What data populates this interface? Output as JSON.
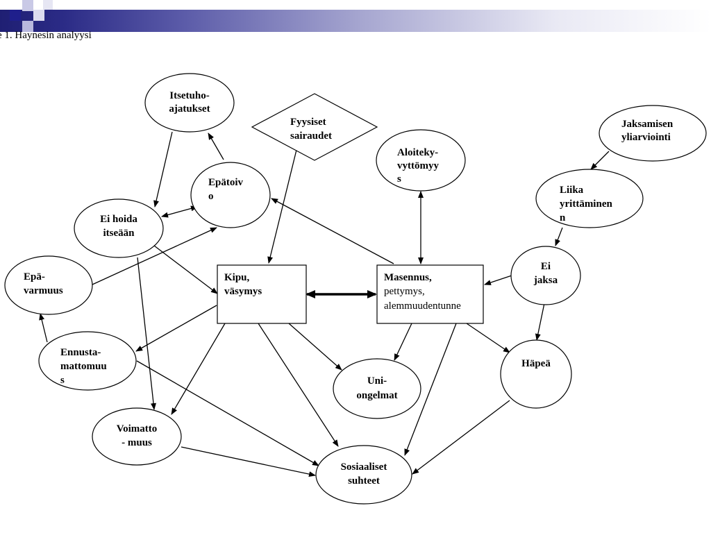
{
  "caption": "e 1. Haynesin analyysi",
  "nodes": {
    "itsetuho": [
      "Itsetuho-",
      "ajatukset"
    ],
    "fyysiset": [
      "Fyysiset",
      "sairaudet"
    ],
    "aloite": [
      "Aloiteky-",
      "vyttömyy",
      "s"
    ],
    "jaksamisen": [
      "Jaksamisen",
      "yliarviointi"
    ],
    "epatoivo": [
      "Epätoiv",
      "o"
    ],
    "liika": [
      "Liika",
      "yrittäminen",
      "n"
    ],
    "eihoida": [
      "Ei hoida",
      "itseään"
    ],
    "eijaksa": [
      "Ei",
      "jaksa"
    ],
    "epavarmuus": [
      "Epä-",
      "varmuus"
    ],
    "kipu": [
      "Kipu,",
      "väsymys"
    ],
    "masennus": [
      "Masennus,",
      "pettymys,",
      "alemmuudentunne"
    ],
    "ennusta": [
      "Ennusta-",
      "mattomuu",
      "s"
    ],
    "hapea": [
      "Häpeä"
    ],
    "uni": [
      "Uni-",
      "ongelmat"
    ],
    "voimatto": [
      "Voimatto",
      "- muus"
    ],
    "sosiaaliset": [
      "Sosiaaliset",
      "suhteet"
    ]
  }
}
